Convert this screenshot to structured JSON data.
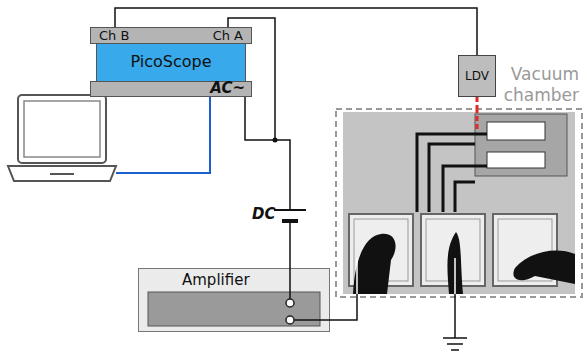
{
  "diagram": {
    "nodes": [
      {
        "text": [
          "PicoScope"
        ]
      },
      {
        "text": [
          "LDV"
        ]
      },
      {
        "text": [
          "Vacuum chamber"
        ]
      },
      {
        "text": [
          "Amplifier"
        ]
      }
    ],
    "edges": [
      {
        "from": 0,
        "to": 1,
        "arrow": "none"
      },
      {
        "from": 0,
        "to": 3,
        "arrow": "none"
      },
      {
        "from": 1,
        "to": 2,
        "arrow": "none"
      },
      {
        "from": 3,
        "to": 2,
        "arrow": "none"
      }
    ],
    "labels": [
      "Ch B",
      "Ch A",
      "AC~",
      "DC"
    ]
  }
}
